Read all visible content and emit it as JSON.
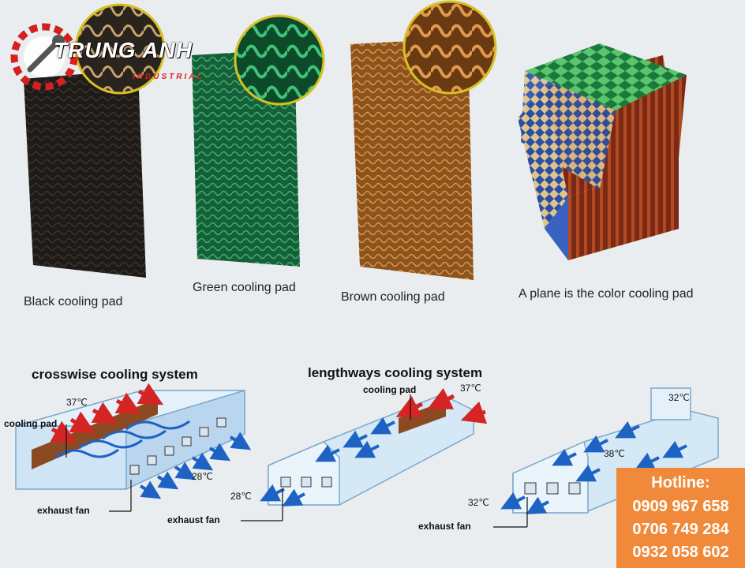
{
  "logo": {
    "name": "TRUNG ANH",
    "sub": "INDUSTRIAL"
  },
  "pads": {
    "black": "Black cooling pad",
    "green": "Green cooling pad",
    "brown": "Brown cooling pad",
    "plane": "A plane is the color cooling pad"
  },
  "crosswise": {
    "title": "crosswise cooling system",
    "temp_in": "37℃",
    "temp_out": "28℃",
    "cooling_pad": "cooling pad",
    "exhaust_fan": "exhaust fan"
  },
  "lengthways": {
    "title": "lengthways cooling system",
    "temp_in": "37℃",
    "temp_out": "28℃",
    "cooling_pad": "cooling pad",
    "exhaust_fan": "exhaust fan"
  },
  "third": {
    "temp_top": "32℃",
    "temp_mid": "38℃",
    "temp_out": "32℃",
    "exhaust_fan": "exhaust fan"
  },
  "hotline": {
    "title": "Hotline:",
    "numbers": [
      "0909 967 658",
      "0706 749 284",
      "0932 058 602"
    ]
  },
  "colors": {
    "black_pad": "#1c1a17",
    "green_pad": "#1f7a44",
    "brown_pad": "#b8742e",
    "arrow_red": "#d42424",
    "arrow_blue": "#1e63c4",
    "hotline_bg": "#f08a3a"
  }
}
